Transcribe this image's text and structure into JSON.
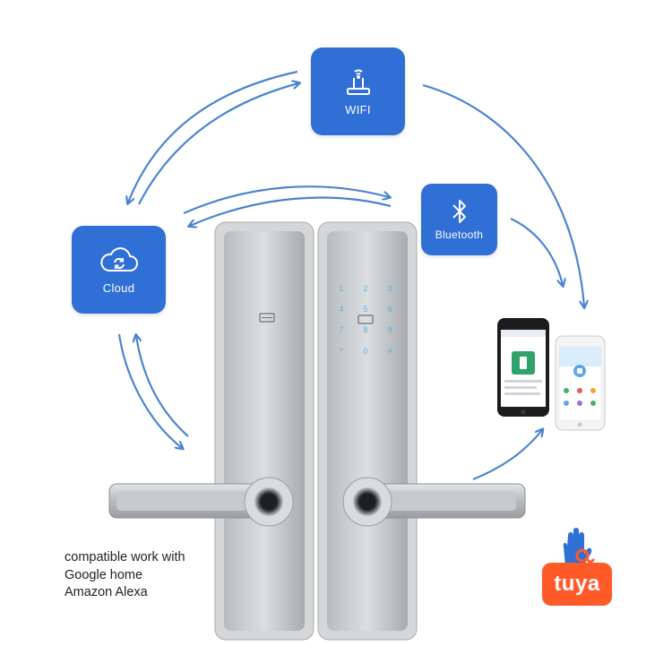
{
  "colors": {
    "accent": "#2f6fd6",
    "arrow": "#4a84d0",
    "tuya": "#ff5a28"
  },
  "tiles": {
    "wifi": {
      "label": "WIFI",
      "icon": "router-icon"
    },
    "cloud": {
      "label": "Cloud",
      "icon": "cloud-sync-icon"
    },
    "bluetooth": {
      "label": "Bluetooth",
      "icon": "bluetooth-icon"
    }
  },
  "compatibility": {
    "line1": "compatible work with",
    "line2": "Google home",
    "line3": "Amazon Alexa"
  },
  "tuya": {
    "label": "tuya",
    "icon": "tuya-hand-key-icon"
  }
}
